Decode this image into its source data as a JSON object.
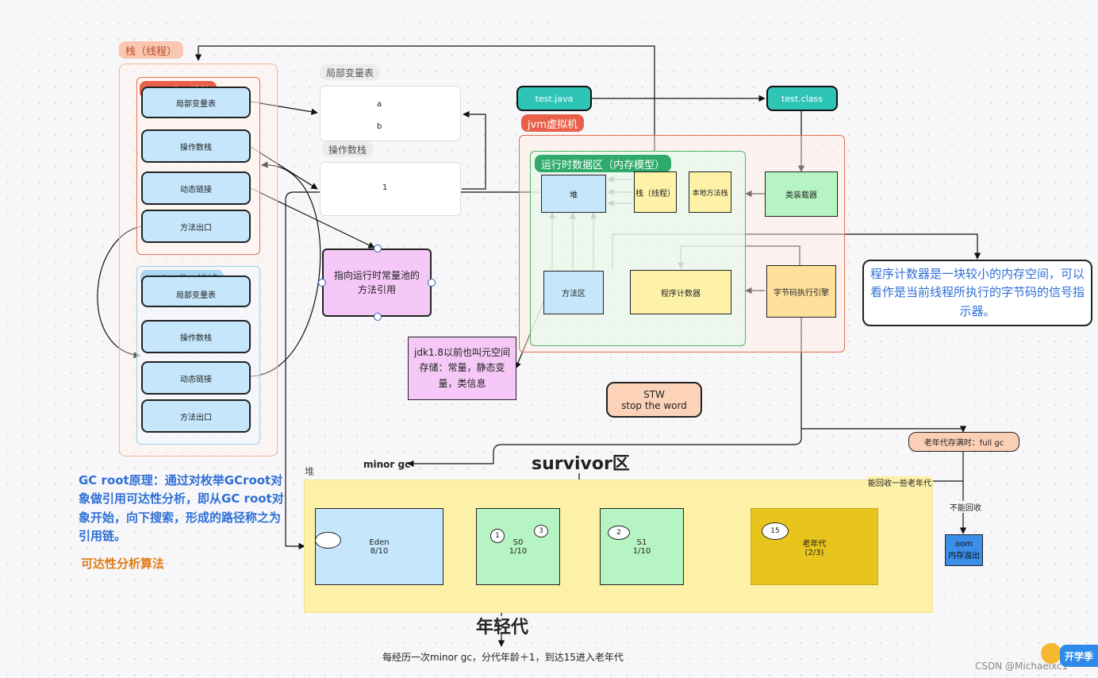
{
  "stack_group": {
    "title": "栈（线程）",
    "add_frame": {
      "title": "add（）-栈帧",
      "items": [
        "局部变量表",
        "操作数栈",
        "动态链接",
        "方法出口"
      ]
    },
    "main_frame": {
      "title": "main（）-栈帧",
      "items": [
        "局部变量表",
        "操作数栈",
        "动态链接",
        "方法出口"
      ]
    }
  },
  "local_vars": {
    "title": "局部变量表",
    "values": [
      "a",
      "b"
    ]
  },
  "operand_stack": {
    "title": "操作数栈",
    "value": "1"
  },
  "const_pool_ref": "指向运行时常量池的方法引用",
  "metaspace_note": "jdk1.8以前也叫元空间\n存储：常量，静态变量，类信息",
  "jvm": {
    "test_java": "test.java",
    "test_class": "test.class",
    "title": "jvm虚拟机",
    "runtime_area_title": "运行时数据区（内存模型）",
    "heap": "堆",
    "stack": "栈（线程）",
    "native_stack": "本地方法栈",
    "method_area": "方法区",
    "pc": "程序计数器",
    "class_loader": "类装载器",
    "exec_engine": "字节码执行引擎"
  },
  "pc_note": "程序计数器是一块较小的内存空间，可以看作是当前线程所执行的字节码的信号指示器。",
  "stw": {
    "line1": "STW",
    "line2": "stop the word"
  },
  "gc_root_note": "GC root原理：通过对枚举GCroot对象做引用可达性分析，即从GC root对象开始，向下搜索，形成的路径称之为 引用链。",
  "reachability": "可达性分析算法",
  "heap_section": {
    "label": "堆",
    "minor_gc": "minor gc",
    "survivor_title": "survivor区",
    "eden": {
      "name": "Eden",
      "ratio": "8/10"
    },
    "s0": {
      "name": "S0",
      "ratio": "1/10"
    },
    "s1": {
      "name": "S1",
      "ratio": "1/10"
    },
    "old": {
      "name": "老年代",
      "ratio": "(2/3)",
      "age": "15"
    },
    "age_marks": [
      "1",
      "3",
      "2"
    ],
    "young_title": "年轻代",
    "young_note": "每经历一次minor gc，分代年龄＋1，到达15进入老年代",
    "full_gc": "老年代存满时：full gc",
    "can_reclaim": "能回收一些老年代",
    "cannot_reclaim": "不能回收",
    "oom": {
      "line1": "oom",
      "line2": "内存溢出"
    }
  },
  "watermark": "CSDN @Michaelxc1",
  "badge": "开学季"
}
